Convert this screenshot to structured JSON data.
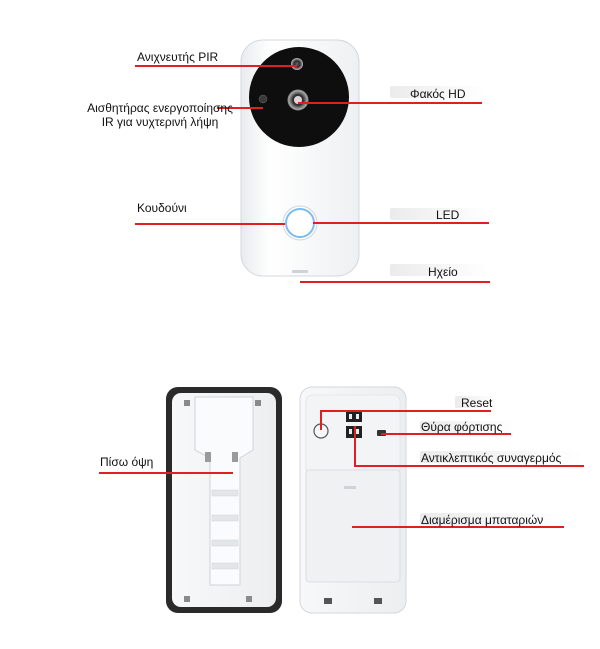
{
  "top": {
    "labels": {
      "pir": "Ανιχνευτής PIR",
      "ir_sensor_line1": "Αισθητήρας ενεργοποίησης",
      "ir_sensor_line2": "IR για νυχτερινή λήψη",
      "lens": "Φακός HD",
      "bell": "Κουδούνι",
      "led": "LED",
      "speaker": "Ηχείο"
    }
  },
  "bottom": {
    "labels": {
      "back_view": "Πίσω όψη",
      "reset": "Reset",
      "charging_port": "Θύρα φόρτισης",
      "tamper_alarm": "Αντικλεπτικός συναγερμός",
      "battery": "Διαμέρισμα μπαταριών"
    }
  },
  "colors": {
    "pointer_line": "#e02020",
    "device_body": "#f4f5f7",
    "camera_face": "#111111",
    "button_ring": "#4aa0f0",
    "mount_frame": "#2a2a2a"
  }
}
